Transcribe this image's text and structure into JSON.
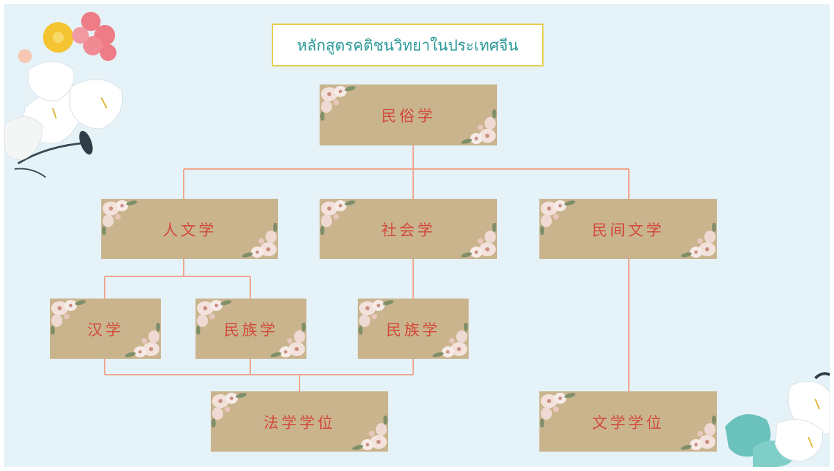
{
  "title": "หลักสูตรคติชนวิทยาในประเทศจีน",
  "nodes": {
    "root": "民俗学",
    "humanities": "人文学",
    "sociology": "社会学",
    "folk_literature": "民间文学",
    "han_studies": "汉学",
    "ethnology_left": "民族学",
    "ethnology_right": "民族学",
    "law_degree": "法学学位",
    "literature_degree": "文学学位"
  },
  "colors": {
    "background": "#e5f2f8",
    "node_fill": "#c9b48e",
    "node_text": "#d24a3a",
    "connector": "#f0a48a",
    "title_text": "#2e9b99",
    "title_border": "#e9cd4a"
  },
  "icons": [
    "flower-decoration-icon",
    "calla-lily-decoration-icon"
  ]
}
